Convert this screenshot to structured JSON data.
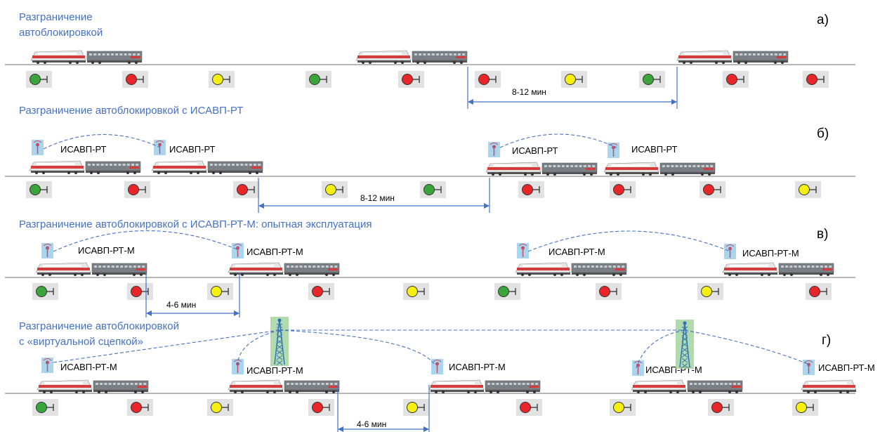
{
  "colors": {
    "signal_green": "#3aa53a",
    "signal_red": "#e8262a",
    "signal_yellow": "#f6ef12",
    "link_blue": "#4472c4",
    "loco_red": "#d63b3b",
    "car_gray": "#7a7f85"
  },
  "icons": {
    "train": "train-icon",
    "signal": "signal-light-icon",
    "modem": "radio-modem-icon",
    "tower": "radio-tower-icon"
  },
  "panels": [
    {
      "id": "a",
      "title": "Разграничение\nавтоблокировкой",
      "letter": "а)",
      "trains": [
        {
          "cars": 1
        },
        {
          "cars": 1
        },
        {
          "cars": 1
        }
      ],
      "signals": [
        "green",
        "red",
        "yellow",
        "green",
        "red",
        "red",
        "yellow",
        "green",
        "red",
        "red"
      ],
      "interval": "8-12 мин",
      "devices": []
    },
    {
      "id": "b",
      "title": "Разграничение автоблокировкой с ИСАВП-РТ",
      "letter": "б)",
      "trains": [
        {
          "cars": 1
        },
        {
          "cars": 1
        },
        {
          "cars": 1
        },
        {
          "cars": 1
        }
      ],
      "signals": [
        "green",
        "red",
        "red",
        "yellow",
        "green",
        "red",
        "red",
        "red",
        "yellow"
      ],
      "interval": "8-12 мин",
      "devices": [
        "ИСАВП-РТ",
        "ИСАВП-РТ",
        "ИСАВП-РТ",
        "ИСАВП-РТ"
      ]
    },
    {
      "id": "v",
      "title": "Разграничение автоблокировкой с ИСАВП-РТ-М: опытная эксплуатация",
      "letter": "в)",
      "trains": [
        {
          "cars": 1
        },
        {
          "cars": 1
        },
        {
          "cars": 1
        },
        {
          "cars": 1
        }
      ],
      "signals": [
        "green",
        "red",
        "yellow",
        "red",
        "yellow",
        "green",
        "red",
        "yellow",
        "red"
      ],
      "interval": "4-6 мин",
      "devices": [
        "ИСАВП-РТ-М",
        "ИСАВП-РТ-М",
        "ИСАВП-РТ-М",
        "ИСАВП-РТ-М"
      ]
    },
    {
      "id": "g",
      "title": "Разграничение автоблокировкой\nс «виртуальной сцепкой»",
      "letter": "г)",
      "trains": [
        {
          "cars": 1
        },
        {
          "cars": 1
        },
        {
          "cars": 1
        },
        {
          "cars": 1
        },
        {
          "cars": 0
        }
      ],
      "signals": [
        "green",
        "red",
        "yellow",
        "red",
        "yellow",
        "red",
        "yellow",
        "red",
        "yellow"
      ],
      "interval": "4-6 мин",
      "devices": [
        "ИСАВП-РТ-М",
        "ИСАВП-РТ-М",
        "ИСАВП-РТ-М",
        "ИСАВП-РТ-М",
        "ИСАВП-РТ-М"
      ]
    }
  ]
}
